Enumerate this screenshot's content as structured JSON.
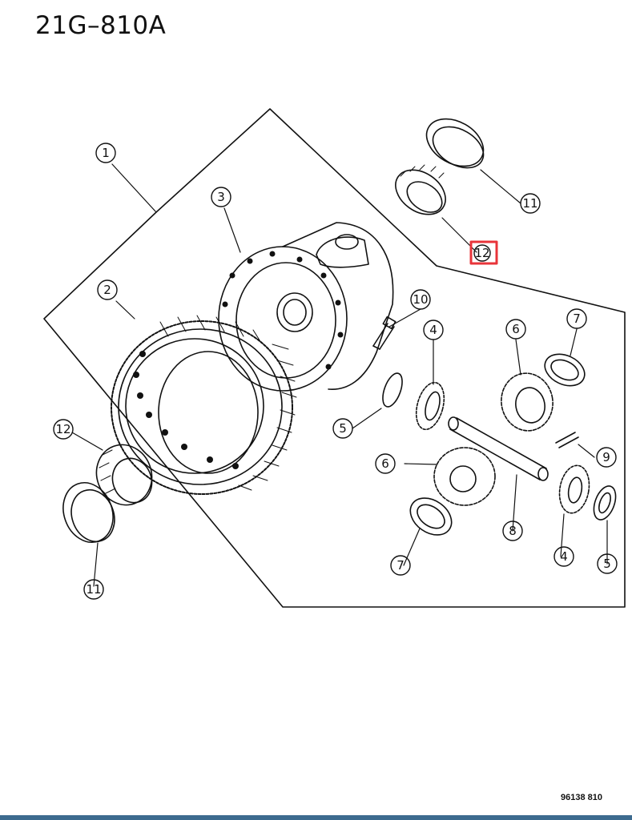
{
  "figure_code": "21G–810A",
  "footer_code": "96138 810",
  "colors": {
    "line": "#111111",
    "highlight": "#e8343a",
    "band": "#3d6b8f"
  },
  "callouts": {
    "c1": "1",
    "c2": "2",
    "c3": "3",
    "c4a": "4",
    "c4b": "4",
    "c5a": "5",
    "c5b": "5",
    "c6a": "6",
    "c6b": "6",
    "c7a": "7",
    "c7b": "7",
    "c8": "8",
    "c9": "9",
    "c10": "10",
    "c11a": "11",
    "c11b": "11",
    "c12a": "12",
    "c12b": "12"
  }
}
